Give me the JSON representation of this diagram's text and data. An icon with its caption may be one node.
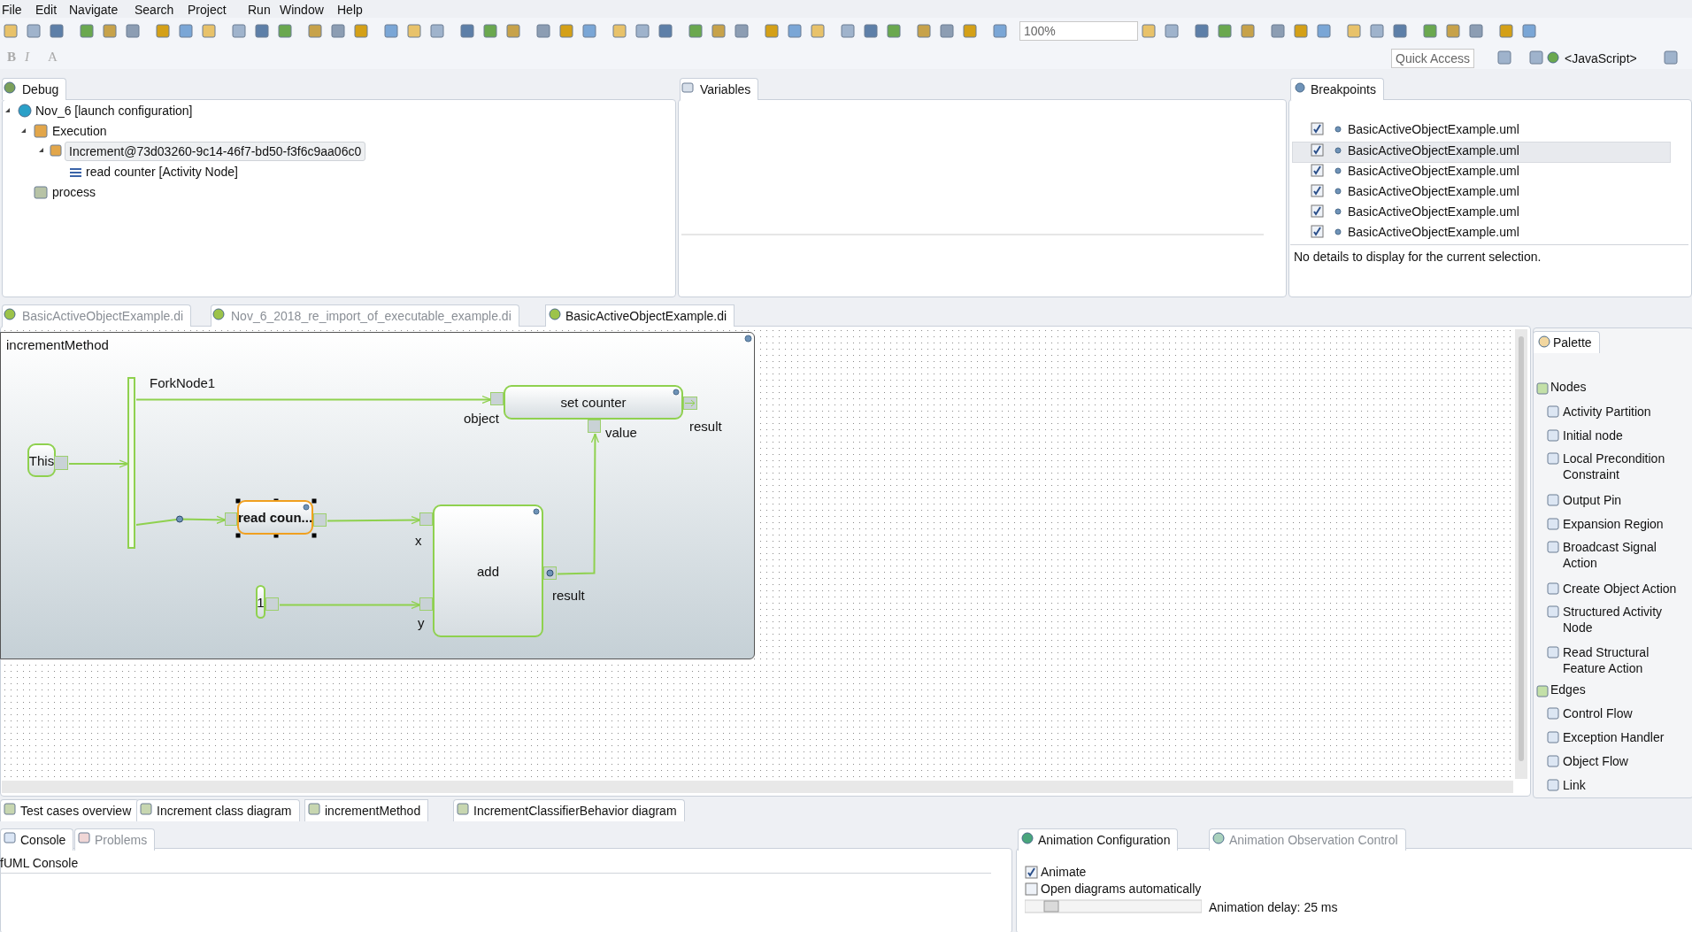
{
  "diagram": {
    "nodes": [
      {
        "text": [
          "incrementMethod"
        ]
      },
      {
        "text": [
          "ForkNode1"
        ],
        "in": 0
      },
      {
        "text": [
          "This"
        ],
        "in": 0
      },
      {
        "text": [],
        "shape": "box",
        "in": 0
      },
      {
        "text": [
          "set counter"
        ],
        "in": 0
      },
      {
        "text": [
          "object"
        ],
        "in": 0
      },
      {
        "text": [
          "value"
        ],
        "in": 0
      },
      {
        "text": [
          "result"
        ],
        "in": 0
      },
      {
        "text": [
          "read coun..."
        ],
        "in": 0
      },
      {
        "text": [],
        "shape": "box",
        "in": 0
      },
      {
        "text": [],
        "shape": "box",
        "in": 0
      },
      {
        "text": [
          "add"
        ],
        "in": 0
      },
      {
        "text": [
          "x"
        ],
        "in": 0
      },
      {
        "text": [
          "y"
        ],
        "in": 0
      },
      {
        "text": [
          "result"
        ],
        "in": 0
      },
      {
        "text": [
          "1"
        ],
        "in": 0
      },
      {
        "text": [],
        "shape": "box",
        "in": 0
      }
    ],
    "edges": [
      {
        "from": 3,
        "to": 1,
        "arrow": "to"
      },
      {
        "from": 1,
        "to": 5,
        "arrow": "to"
      },
      {
        "from": 1,
        "to": 9,
        "arrow": "to"
      },
      {
        "from": 10,
        "to": 12,
        "arrow": "to"
      },
      {
        "from": 16,
        "to": 13,
        "arrow": "to"
      },
      {
        "from": 14,
        "to": 6,
        "arrow": "to"
      }
    ],
    "labels": [
      "File",
      "Edit",
      "Navigate",
      "Search",
      "Project",
      "Run",
      "Window",
      "Help",
      "B",
      "I",
      "A",
      "100%",
      "Quick Access",
      "<JavaScript>",
      "Debug",
      "Nov_6 [launch configuration]",
      "Execution",
      "Increment@73d03260-9c14-46f7-bd50-f3f6c9aa06c0",
      "read counter [Activity Node]",
      "process",
      "Variables",
      "Breakpoints",
      "BasicActiveObjectExample.uml",
      "BasicActiveObjectExample.uml",
      "BasicActiveObjectExample.uml",
      "BasicActiveObjectExample.uml",
      "BasicActiveObjectExample.uml",
      "BasicActiveObjectExample.uml",
      "No details to display for the current selection.",
      "BasicActiveObjectExample.di",
      "Nov_6_2018_re_import_of_executable_example.di",
      "BasicActiveObjectExample.di",
      "Palette",
      "Nodes",
      "Activity Partition",
      "Initial node",
      "Local Precondition Constraint",
      "Output Pin",
      "Expansion Region",
      "Broadcast Signal Action",
      "Create Object Action",
      "Structured Activity Node",
      "Read Structural Feature Action",
      "Edges",
      "Control Flow",
      "Exception Handler",
      "Object Flow",
      "Link",
      "Test cases overview",
      "Increment class diagram",
      "incrementMethod",
      "IncrementClassifierBehavior diagram",
      "Console",
      "Problems",
      "fUML Console",
      "Animation Configuration",
      "Animation Observation Control",
      "Animate",
      "Open diagrams automatically",
      "Animation delay: 25 ms"
    ]
  }
}
